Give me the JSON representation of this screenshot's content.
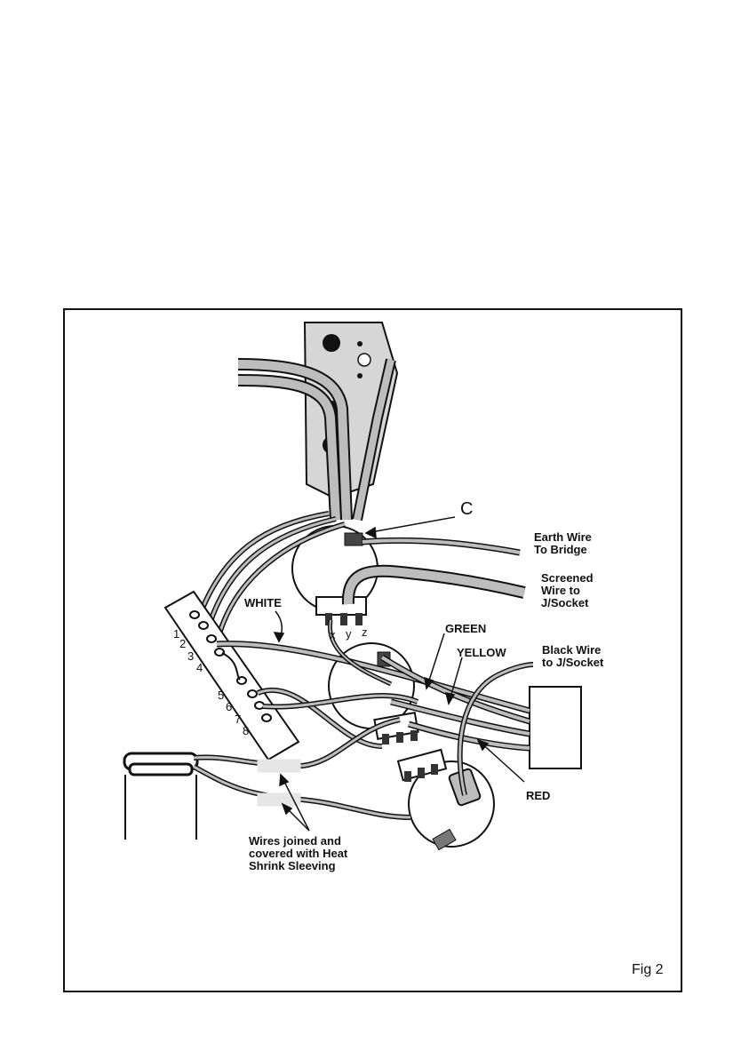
{
  "figure": {
    "label": "Fig 2"
  },
  "labels": {
    "c": "C",
    "earth_wire": [
      "Earth Wire",
      "To Bridge"
    ],
    "screened_wire": [
      "Screened",
      "Wire to",
      "J/Socket"
    ],
    "white": "WHITE",
    "green": "GREEN",
    "yellow": "YELLOW",
    "black_wire": [
      "Black Wire",
      "to J/Socket"
    ],
    "red": "RED",
    "heat_shrink": [
      "Wires joined and",
      "covered with Heat",
      "Shrink Sleeving"
    ],
    "pot_lugs": [
      "x",
      "y",
      "z"
    ],
    "switch_numbers": [
      "1",
      "2",
      "3",
      "4",
      "5",
      "6",
      "7",
      "8"
    ]
  },
  "colors": {
    "line": "#111111",
    "wire_fill": "#bdbdbd",
    "sleeve": "#e6e6e6",
    "pickguard": "#d6d6d6",
    "background": "#ffffff"
  }
}
